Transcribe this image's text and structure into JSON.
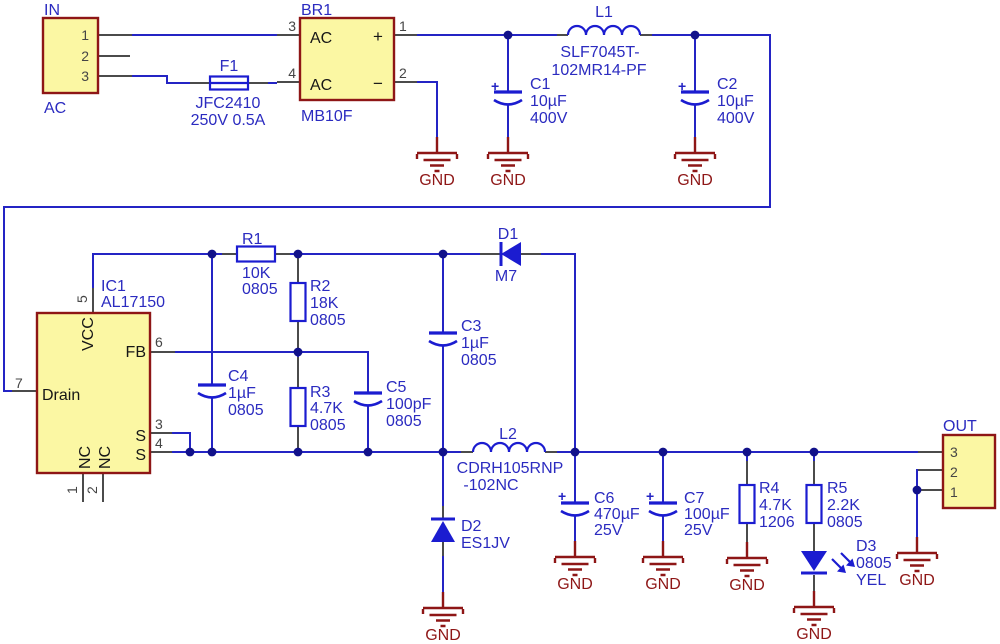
{
  "title": "AC-DC converter schematic",
  "labels": {
    "gnd": "GND"
  },
  "colors": {
    "wire": "#2424c4",
    "symbol": "#1b1cd0",
    "label": "#2b2bc0",
    "frame": "#8e1616",
    "component_fill": "#fbf7a3",
    "gnd": "#8e1616",
    "pin_stub": "#4b4b4b",
    "junction": "#11118a",
    "background": "#ffffff"
  },
  "in": {
    "ref": "IN",
    "value": "AC",
    "p1": "1",
    "p2": "2",
    "p3": "3"
  },
  "out": {
    "ref": "OUT",
    "p1": "1",
    "p2": "2",
    "p3": "3"
  },
  "f1": {
    "ref": "F1",
    "part": "JFC2410",
    "rating": "250V 0.5A"
  },
  "br1": {
    "ref": "BR1",
    "part": "MB10F",
    "ac": "AC",
    "plus": "+",
    "minus": "−",
    "p1": "1",
    "p2": "2",
    "p3": "3",
    "p4": "4"
  },
  "l1": {
    "ref": "L1",
    "part1": "SLF7045T-",
    "part2": "102MR14-PF"
  },
  "l2": {
    "ref": "L2",
    "part1": "CDRH105RNP",
    "part2": "-102NC"
  },
  "c1": {
    "ref": "C1",
    "value": "10µF",
    "rating": "400V",
    "plus": "+"
  },
  "c2": {
    "ref": "C2",
    "value": "10µF",
    "rating": "400V",
    "plus": "+"
  },
  "c3": {
    "ref": "C3",
    "value": "1µF",
    "pkg": "0805"
  },
  "c4": {
    "ref": "C4",
    "value": "1µF",
    "pkg": "0805"
  },
  "c5": {
    "ref": "C5",
    "value": "100pF",
    "pkg": "0805"
  },
  "c6": {
    "ref": "C6",
    "value": "470µF",
    "rating": "25V",
    "plus": "+"
  },
  "c7": {
    "ref": "C7",
    "value": "100µF",
    "rating": "25V",
    "plus": "+"
  },
  "r1": {
    "ref": "R1",
    "value": "10K",
    "pkg": "0805"
  },
  "r2": {
    "ref": "R2",
    "value": "18K",
    "pkg": "0805"
  },
  "r3": {
    "ref": "R3",
    "value": "4.7K",
    "pkg": "0805"
  },
  "r4": {
    "ref": "R4",
    "value": "4.7K",
    "pkg": "1206"
  },
  "r5": {
    "ref": "R5",
    "value": "2.2K",
    "pkg": "0805"
  },
  "d1": {
    "ref": "D1",
    "part": "M7"
  },
  "d2": {
    "ref": "D2",
    "part": "ES1JV"
  },
  "d3": {
    "ref": "D3",
    "pkg": "0805",
    "color": "YEL"
  },
  "ic1": {
    "ref": "IC1",
    "part": "AL17150",
    "vcc": "VCC",
    "fb": "FB",
    "drain": "Drain",
    "s": "S",
    "nc": "NC",
    "p1": "1",
    "p2": "2",
    "p3": "3",
    "p4": "4",
    "p5": "5",
    "p6": "6",
    "p7": "7"
  }
}
